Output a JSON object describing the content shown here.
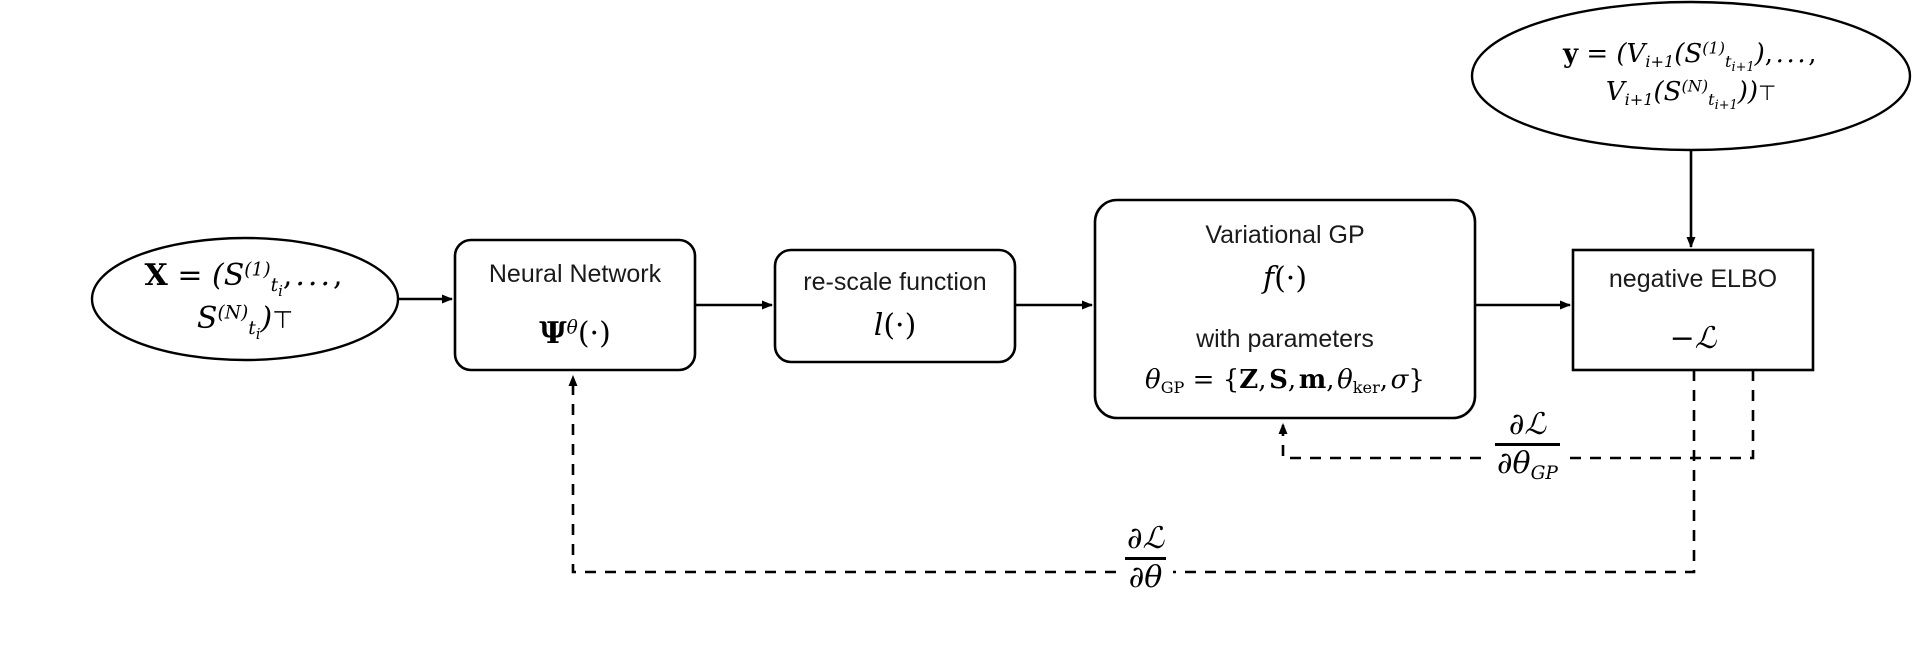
{
  "diagram": {
    "title": "Deep learning / variational GP training flow",
    "background": "#ffffff",
    "stroke": "#000000",
    "text_color": "#1a1a1a"
  },
  "nodes": {
    "input_ellipse": {
      "shape": "ellipse",
      "label_plain": "X = (S_{t_i}^{(1)}, ..., S_{t_i}^{(N)})^T",
      "vector": "X",
      "equals": "=",
      "open_paren": "(",
      "sym": "S",
      "sub": "t",
      "sub_sub": "i",
      "sup_first": "(1)",
      "ellipsis": ", . . . ,",
      "sup_last": "(N)",
      "close_paren": ")",
      "transpose": "T"
    },
    "target_ellipse": {
      "shape": "ellipse",
      "label_plain": "y = (V_{i+1}(S_{t_{i+1}}^{(1)}), ..., V_{i+1}(S_{t_{i+1}}^{(N)}))^T",
      "vector": "y",
      "equals": "=",
      "fn": "V",
      "fn_sub": "i+1",
      "sym": "S",
      "sub": "t",
      "sub_sub": "i+1",
      "sup_first": "(1)",
      "sup_last": "(N)",
      "ellipsis": ", . . . ,",
      "transpose": "T"
    },
    "neural_network": {
      "shape": "rounded-rect",
      "title": "Neural Network",
      "formula_sym": "Ψ",
      "formula_sup": "θ",
      "formula_arg": "(·)"
    },
    "rescale": {
      "shape": "rounded-rect",
      "title": "re-scale function",
      "formula_sym": "l",
      "formula_arg": "(·)"
    },
    "variational_gp": {
      "shape": "rounded-rect",
      "title": "Variational GP",
      "formula_sym": "f",
      "formula_arg": "(·)",
      "params_caption": "with parameters",
      "params_lhs_sym": "θ",
      "params_lhs_sub": "GP",
      "params_equals": "=",
      "params_open": "{",
      "params_list": "Z, S, m,",
      "params_theta": "θ",
      "params_theta_sub": "ker",
      "params_sigma": ", σ",
      "params_close": "}"
    },
    "negative_elbo": {
      "shape": "rect",
      "title": "negative ELBO",
      "formula": "−ℒ",
      "minus": "−",
      "loss_sym": "ℒ"
    }
  },
  "edges": {
    "input_to_nn": {
      "style": "solid",
      "arrow": "end",
      "from": "input_ellipse",
      "to": "neural_network"
    },
    "nn_to_rescale": {
      "style": "solid",
      "arrow": "end",
      "from": "neural_network",
      "to": "rescale"
    },
    "rescale_to_gp": {
      "style": "solid",
      "arrow": "end",
      "from": "rescale",
      "to": "variational_gp"
    },
    "gp_to_elbo": {
      "style": "solid",
      "arrow": "end",
      "from": "variational_gp",
      "to": "negative_elbo"
    },
    "target_to_elbo": {
      "style": "solid",
      "arrow": "end",
      "from": "target_ellipse",
      "to": "negative_elbo"
    },
    "elbo_to_gp_grad": {
      "style": "dashed",
      "arrow": "end",
      "from": "negative_elbo",
      "to": "variational_gp",
      "label": "grad_gp"
    },
    "elbo_to_nn_grad": {
      "style": "dashed",
      "arrow": "end",
      "from": "negative_elbo",
      "to": "neural_network",
      "label": "grad_theta"
    }
  },
  "labels": {
    "grad_gp": {
      "numerator_partial": "∂",
      "numerator_loss": "ℒ",
      "denominator_partial": "∂",
      "denominator_sym": "θ",
      "denominator_sub": "GP",
      "plain": "∂L / ∂θ_GP"
    },
    "grad_theta": {
      "numerator_partial": "∂",
      "numerator_loss": "ℒ",
      "denominator_partial": "∂",
      "denominator_sym": "θ",
      "denominator_sub": "",
      "plain": "∂L / ∂θ"
    }
  }
}
